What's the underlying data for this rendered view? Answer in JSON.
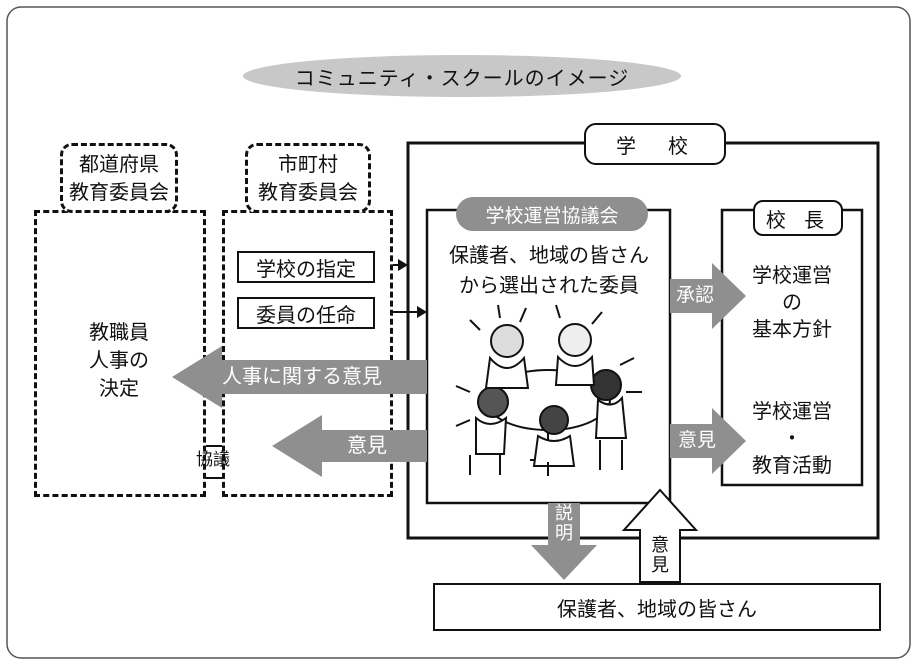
{
  "title": "コミュニティ・スクールのイメージ",
  "prefecture_board": "都道府県\n教育委員会",
  "municipal_board": "市町村\n教育委員会",
  "prefecture_decision": "教職員\n人事の\n決定",
  "school_label": "学　校",
  "council_label": "学校運営協議会",
  "council_members": "保護者、地域の皆さん\nから選出された委員",
  "designation": "学校の指定",
  "appointment": "委員の任命",
  "personnel_opinion": "人事に関する意見",
  "opinion_left": "意見",
  "consultation": "協議",
  "approval": "承認",
  "opinion_right": "意見",
  "principal_label": "校 長",
  "basic_policy": "学校運営\nの\n基本方針",
  "school_activities": "学校運営\n・\n教育活動",
  "explanation": "説\n明",
  "opinion_up": "意\n見",
  "community_box": "保護者、地域の皆さん",
  "colors": {
    "ellipse": "#c8c8c8",
    "arrow_gray": "#8f8f8f",
    "council_head": "#8f8f8f",
    "line": "#111111"
  }
}
